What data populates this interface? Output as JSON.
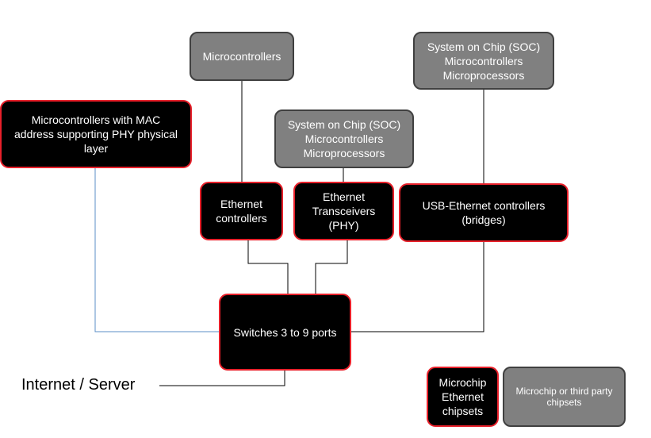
{
  "nodes": {
    "mcu_top": {
      "lines": [
        "Microcontrollers"
      ]
    },
    "soc_right": {
      "lines": [
        "System on Chip (SOC)",
        "Microcontrollers",
        "Microprocessors"
      ]
    },
    "mac_mcu": {
      "lines": [
        "Microcontrollers with MAC",
        "address supporting PHY physical",
        "layer"
      ]
    },
    "soc_mid": {
      "lines": [
        "System on Chip (SOC)",
        "Microcontrollers",
        "Microprocessors"
      ]
    },
    "eth_ctrl": {
      "lines": [
        "Ethernet",
        "controllers"
      ]
    },
    "eth_phy": {
      "lines": [
        "Ethernet",
        "Transceivers",
        "(PHY)"
      ]
    },
    "usb_eth": {
      "lines": [
        "USB-Ethernet controllers",
        "(bridges)"
      ]
    },
    "switch": {
      "lines": [
        "Switches 3 to 9 ports"
      ]
    }
  },
  "internet_label": "Internet / Server",
  "legend": {
    "microchip": {
      "lines": [
        "Microchip",
        "Ethernet",
        "chipsets"
      ]
    },
    "third_party": {
      "lines": [
        "Microchip or third party",
        "chipsets"
      ]
    }
  },
  "colors": {
    "microchip_fill": "#000000",
    "microchip_border": "#e8202a",
    "third_party_fill": "#808080",
    "third_party_border": "#404040",
    "connector": "#000000",
    "mac_connector": "#5b8fc7"
  }
}
